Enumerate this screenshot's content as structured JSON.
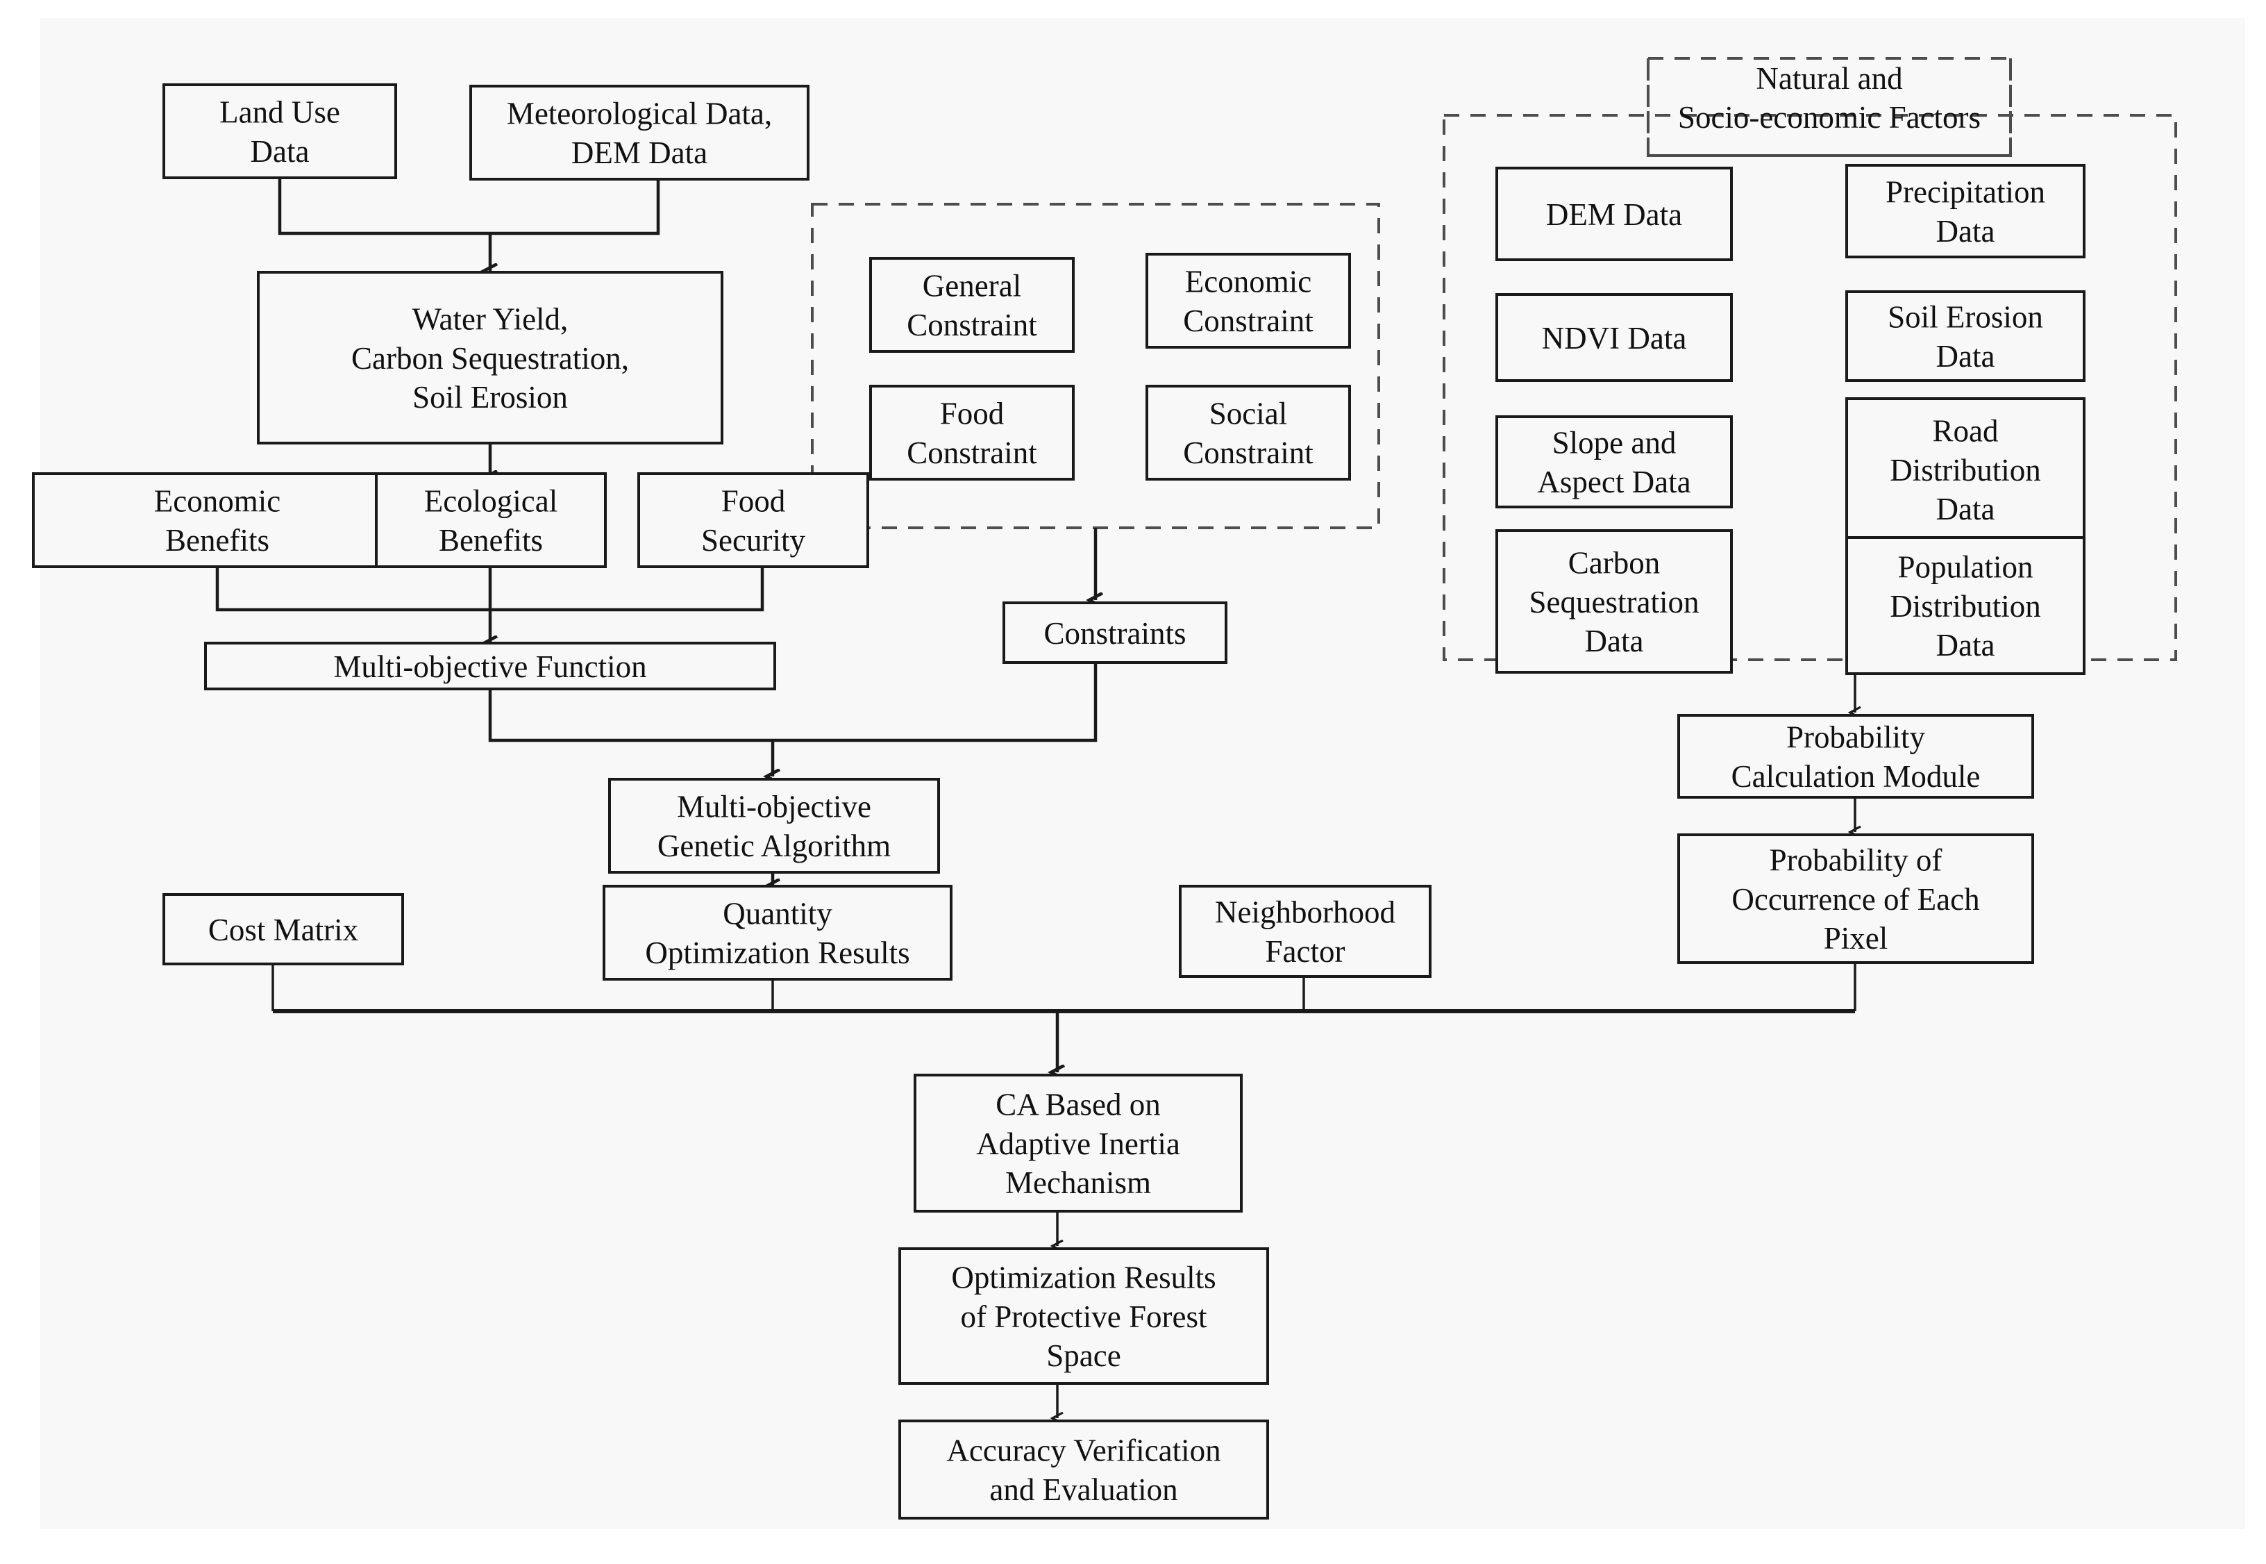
{
  "diagram": {
    "title": "Protective Forest Space Optimization Workflow",
    "background": "#f8f8f8",
    "line_color": "#1a1a1a",
    "dash_color": "#4d4d4d",
    "box_fill": "#f8f8f8"
  },
  "nodes": {
    "land_use_data": "Land Use\nData",
    "meteorological_dem": "Meteorological Data,\nDEM Data",
    "water_yield": "Water Yield,\nCarbon Sequestration,\nSoil Erosion",
    "economic_benefits": "Economic\nBenefits",
    "ecological_benefits": "Ecological\nBenefits",
    "food_security": "Food\nSecurity",
    "multi_objective_function": "Multi-objective Function",
    "general_constraint": "General\nConstraint",
    "economic_constraint": "Economic\nConstraint",
    "food_constraint": "Food\nConstraint",
    "social_constraint": "Social\nConstraint",
    "constraints": "Constraints",
    "natural_socio_header": "Natural and\nSocio-economic Factors",
    "dem_data": "DEM Data",
    "precipitation_data": "Precipitation\nData",
    "ndvi_data": "NDVI Data",
    "soil_erosion_data": "Soil Erosion\nData",
    "slope_aspect_data": "Slope and\nAspect Data",
    "road_distribution_data": "Road\nDistribution\nData",
    "carbon_sequestration_data": "Carbon\nSequestration\nData",
    "population_distribution_data": "Population\nDistribution\nData",
    "probability_calculation_module": "Probability\nCalculation Module",
    "probability_occurrence_pixel": "Probability of\nOccurrence of Each\nPixel",
    "multi_objective_genetic_algorithm": "Multi-objective\nGenetic Algorithm",
    "quantity_optimization_results": "Quantity\nOptimization Results",
    "cost_matrix": "Cost Matrix",
    "neighborhood_factor": "Neighborhood\nFactor",
    "ca_adaptive_inertia": "CA Based on\nAdaptive Inertia\nMechanism",
    "optimization_results_forest": "Optimization Results\nof Protective Forest\nSpace",
    "accuracy_verification": "Accuracy Verification\nand Evaluation"
  },
  "groups": {
    "constraint_group_label": "",
    "factor_group_label": ""
  }
}
